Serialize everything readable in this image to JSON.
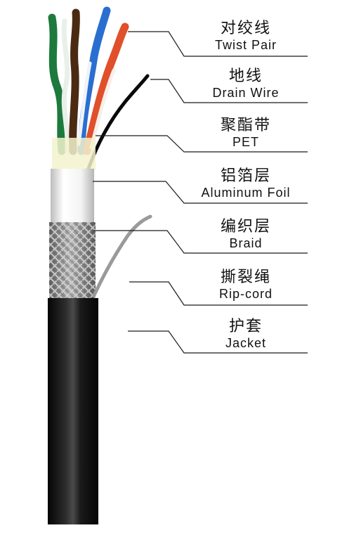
{
  "layers": [
    {
      "id": "twist-pair",
      "cn": "对绞线",
      "en": "Twist Pair"
    },
    {
      "id": "drain-wire",
      "cn": "地线",
      "en": "Drain Wire"
    },
    {
      "id": "pet",
      "cn": "聚酯带",
      "en": "PET"
    },
    {
      "id": "aluminum-foil",
      "cn": "铝箔层",
      "en": "Aluminum Foil"
    },
    {
      "id": "braid",
      "cn": "编织层",
      "en": "Braid"
    },
    {
      "id": "rip-cord",
      "cn": "撕裂绳",
      "en": "Rip-cord"
    },
    {
      "id": "jacket",
      "cn": "护套",
      "en": "Jacket"
    }
  ],
  "colors": {
    "jacket": "#111111",
    "braid": "#8a8a8a",
    "foil": "#f2f2f2",
    "pet": "#f3f3cf",
    "green": "#1d7a3c",
    "brown": "#4a2a12",
    "blue": "#2a6fd0",
    "orange": "#e0502a",
    "drain": "#0a0a0a",
    "ripcord": "#9a9a9a"
  }
}
